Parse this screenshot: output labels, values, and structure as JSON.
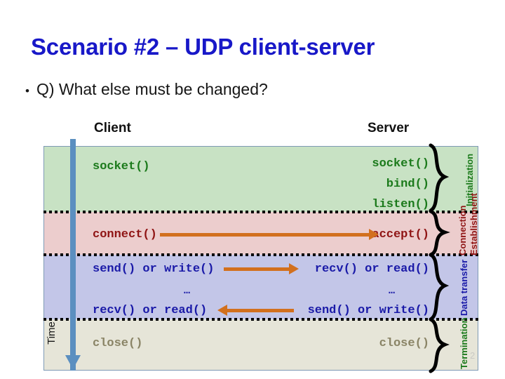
{
  "slide": {
    "title": "Scenario #2 – UDP client-server",
    "bullet_marker": "•",
    "bullet_text": "Q) What else must be changed?",
    "page_number": "2"
  },
  "diagram": {
    "columns": {
      "client_heading": "Client",
      "server_heading": "Server"
    },
    "time_axis_label": "Time",
    "ellipsis": "…",
    "bands": [
      {
        "id": "initialization",
        "phase_label": "Initialization",
        "color": "#c8e2c4",
        "label_color": "#1b7a1b",
        "client_calls": [
          "socket()"
        ],
        "server_calls": [
          "socket()",
          "bind()",
          "listen()"
        ]
      },
      {
        "id": "connection-establishment",
        "phase_label": "Connection Establishment",
        "phase_label_line1": "Connection",
        "phase_label_line2": "Establishment",
        "color": "#eccdcd",
        "label_color": "#8f1414",
        "client_calls": [
          "connect()"
        ],
        "server_calls": [
          "accept()"
        ]
      },
      {
        "id": "data-transfer",
        "phase_label": "Data transfer",
        "color": "#c3c6e8",
        "label_color": "#1a1aa8",
        "client_calls": [
          "send() or write()",
          "…",
          "recv() or read()"
        ],
        "server_calls": [
          "recv() or read()",
          "…",
          "send() or write()"
        ]
      },
      {
        "id": "termination",
        "phase_label": "Termination",
        "color": "#e6e5d8",
        "label_color": "#1b7a1b",
        "client_calls": [
          "close()"
        ],
        "server_calls": [
          "close()"
        ]
      }
    ],
    "arrows": [
      {
        "id": "connect-to-accept",
        "direction": "right"
      },
      {
        "id": "send-to-recv",
        "direction": "right"
      },
      {
        "id": "send-to-recv-reply",
        "direction": "left"
      }
    ],
    "accent_colors": {
      "arrow": "#d2701e",
      "time_axis": "#5b8fc0",
      "title": "#1818c8",
      "frame": "#7e9ab5"
    }
  }
}
